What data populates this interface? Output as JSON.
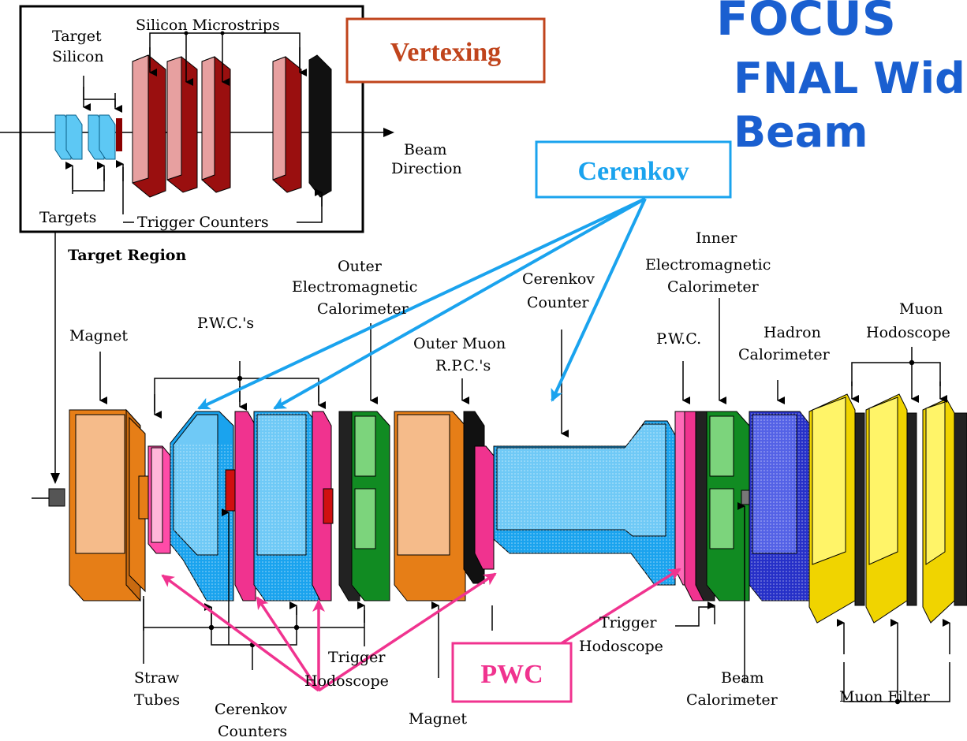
{
  "brand": {
    "logo_text": "FOCUS",
    "subtitle_line1": "FNAL Wide",
    "subtitle_line2": "Beam",
    "color": "#1a5fd0"
  },
  "callouts": {
    "vertexing": "Vertexing",
    "cerenkov": "Cerenkov",
    "pwc": "PWC"
  },
  "colors": {
    "vertexing": "#c0441c",
    "cerenkov": "#1aa3ee",
    "pwc": "#f0338f"
  },
  "inset": {
    "title": "Target Region",
    "silicon_microstrips": "Silicon Microstrips",
    "target_silicon_1": "Target",
    "target_silicon_2": "Silicon",
    "beam_direction_1": "Beam",
    "beam_direction_2": "Direction",
    "targets": "Targets",
    "trigger_counters": "Trigger Counters"
  },
  "labels": {
    "magnet_top": "Magnet",
    "pwcs": "P.W.C.'s",
    "outer_em_1": "Outer",
    "outer_em_2": "Electromagnetic",
    "outer_em_3": "Calorimeter",
    "outer_muon_1": "Outer Muon",
    "outer_muon_2": "R.P.C.'s",
    "cerenkov_counter_1": "Cerenkov",
    "cerenkov_counter_2": "Counter",
    "inner_em_1": "Inner",
    "inner_em_2": "Electromagnetic",
    "inner_em_3": "Calorimeter",
    "pwc_single": "P.W.C.",
    "hadron_1": "Hadron",
    "hadron_2": "Calorimeter",
    "muon_hodo_1": "Muon",
    "muon_hodo_2": "Hodoscope",
    "straw_1": "Straw",
    "straw_2": "Tubes",
    "cerenkov_counters_1": "Cerenkov",
    "cerenkov_counters_2": "Counters",
    "trigger_hodo_bottom_1": "Trigger",
    "trigger_hodo_bottom_2": "Hodoscope",
    "magnet_bottom": "Magnet",
    "trigger_hodo_right_1": "Trigger",
    "trigger_hodo_right_2": "Hodoscope",
    "beam_cal_1": "Beam",
    "beam_cal_2": "Calorimeter",
    "muon_filter": "Muon Filter"
  }
}
